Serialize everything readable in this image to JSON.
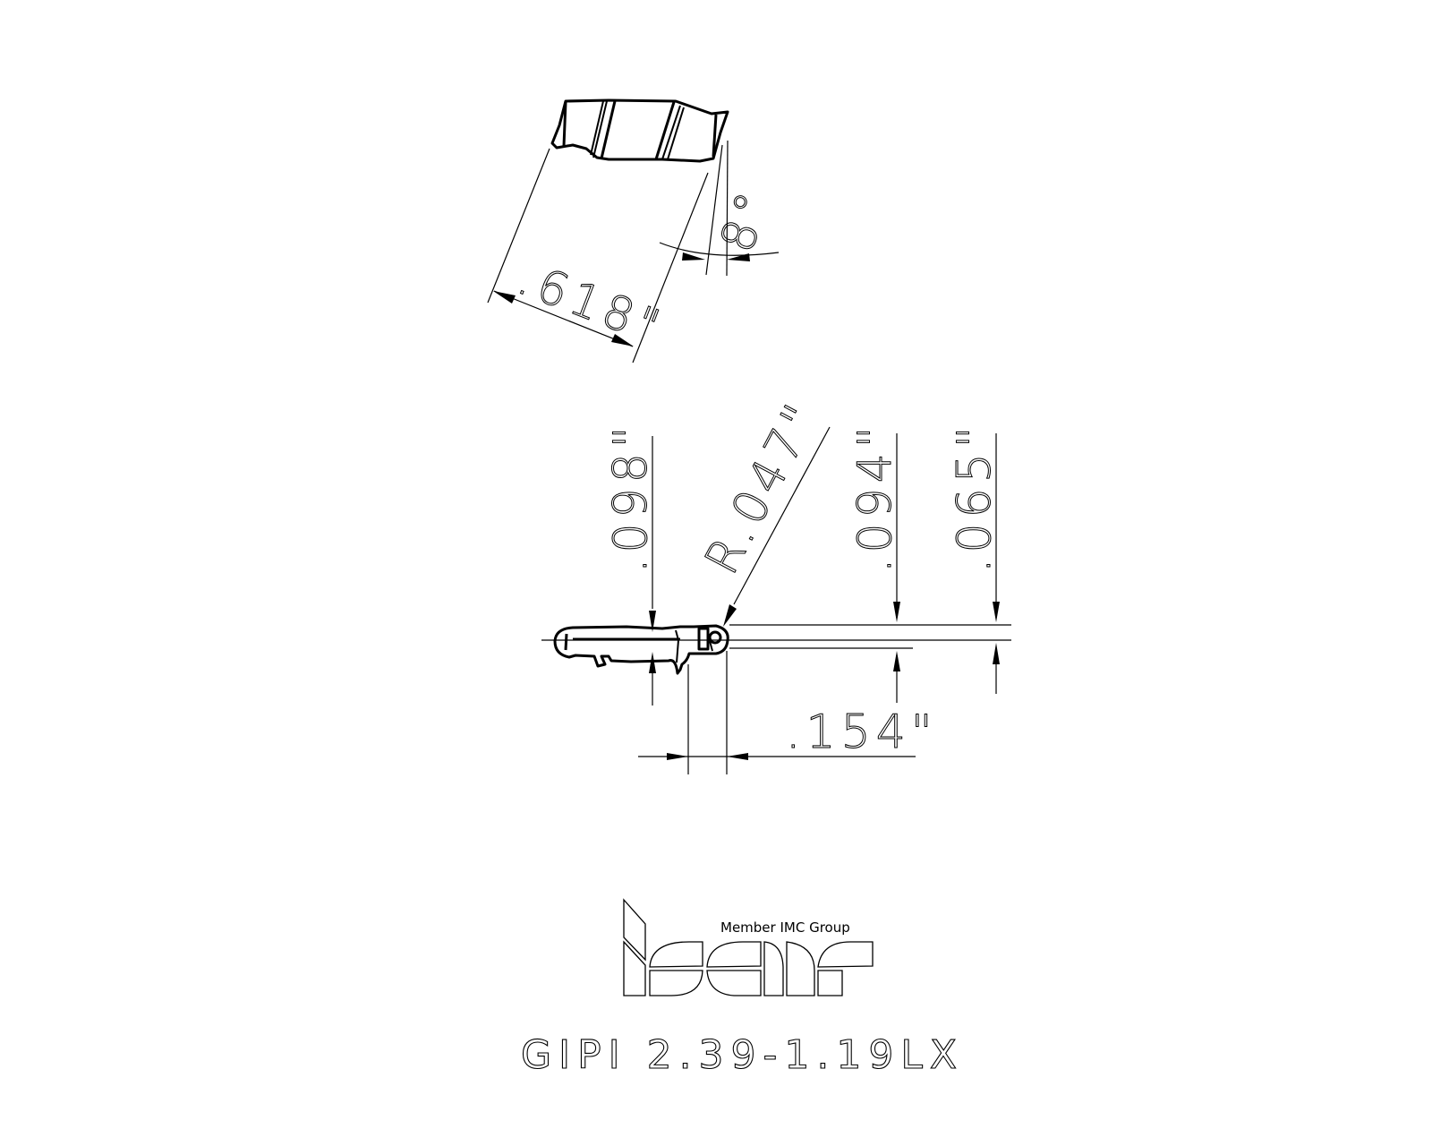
{
  "drawing": {
    "top_view": {
      "dim_length": ".618\"",
      "dim_angle": "8°"
    },
    "side_view": {
      "dim_height_left": ".098\"",
      "dim_radius": "R.047\"",
      "dim_height_mid": ".094\"",
      "dim_height_right": ".065\"",
      "dim_width_bottom": ".154\""
    }
  },
  "logo": {
    "tagline": "Member IMC Group",
    "brand": "iscar"
  },
  "part_number": "GIPI 2.39-1.19LX"
}
